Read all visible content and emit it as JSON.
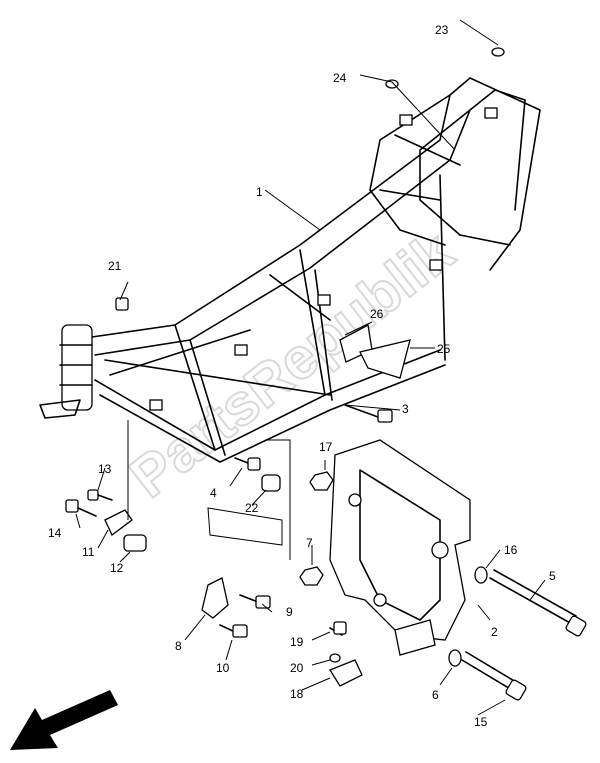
{
  "watermark": "PartsRepublik",
  "callouts": [
    {
      "id": "c1",
      "label": "1"
    },
    {
      "id": "c2",
      "label": "2"
    },
    {
      "id": "c3",
      "label": "3"
    },
    {
      "id": "c4",
      "label": "4"
    },
    {
      "id": "c5",
      "label": "5"
    },
    {
      "id": "c6",
      "label": "6"
    },
    {
      "id": "c7",
      "label": "7"
    },
    {
      "id": "c8",
      "label": "8"
    },
    {
      "id": "c9",
      "label": "9"
    },
    {
      "id": "c10",
      "label": "10"
    },
    {
      "id": "c11",
      "label": "11"
    },
    {
      "id": "c12",
      "label": "12"
    },
    {
      "id": "c13",
      "label": "13"
    },
    {
      "id": "c14",
      "label": "14"
    },
    {
      "id": "c15",
      "label": "15"
    },
    {
      "id": "c16",
      "label": "16"
    },
    {
      "id": "c17",
      "label": "17"
    },
    {
      "id": "c18",
      "label": "18"
    },
    {
      "id": "c19",
      "label": "19"
    },
    {
      "id": "c20",
      "label": "20"
    },
    {
      "id": "c21",
      "label": "21"
    },
    {
      "id": "c22",
      "label": "22"
    },
    {
      "id": "c23",
      "label": "23"
    },
    {
      "id": "c24",
      "label": "24"
    },
    {
      "id": "c25",
      "label": "25"
    },
    {
      "id": "c26",
      "label": "26"
    }
  ],
  "icons": {
    "direction_arrow": "arrow-down-left-icon"
  }
}
